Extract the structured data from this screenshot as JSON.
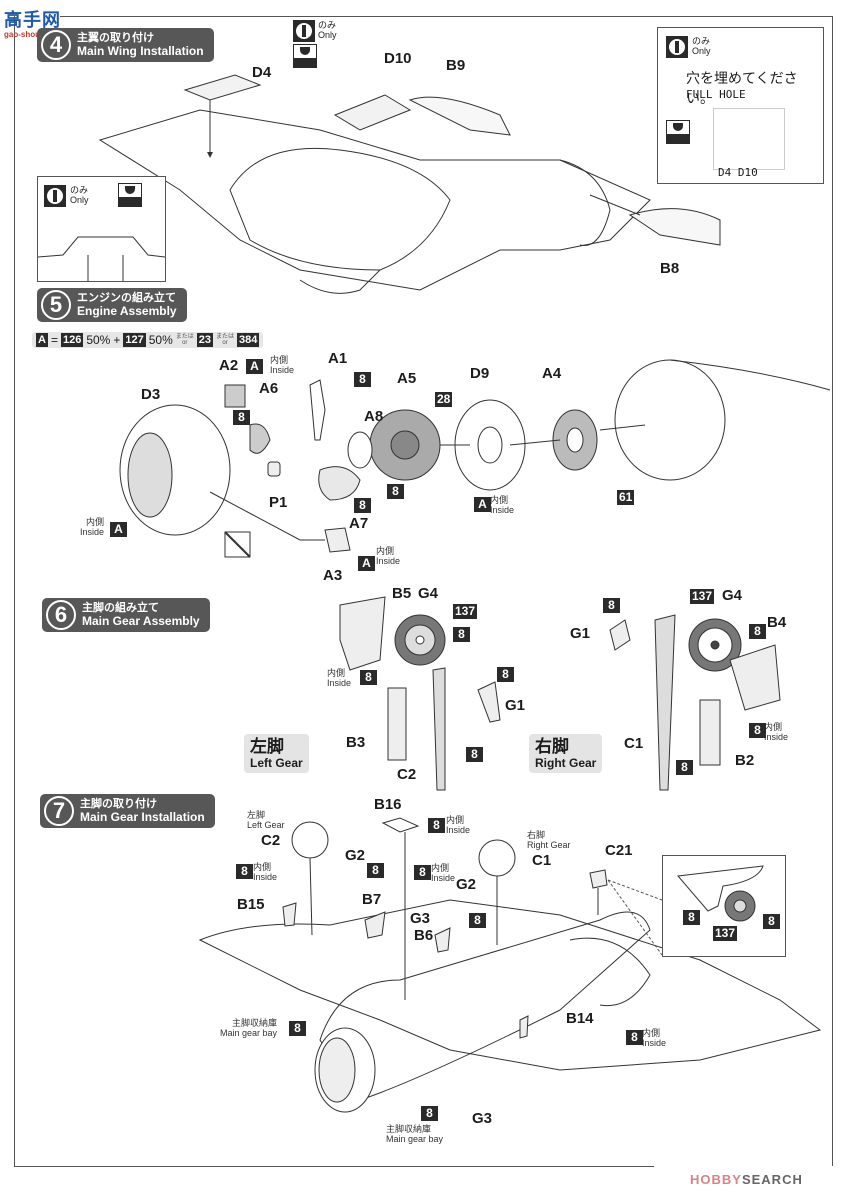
{
  "watermark_top": {
    "logo_text": "高手网",
    "site": "gao-shou.com"
  },
  "steps": [
    {
      "number": "4",
      "jp": "主翼の取り付け",
      "en": "Main Wing Installation"
    },
    {
      "number": "5",
      "jp": "エンジンの組み立て",
      "en": "Engine Assembly"
    },
    {
      "number": "6",
      "jp": "主脚の組み立て",
      "en": "Main Gear Assembly"
    },
    {
      "number": "7",
      "jp": "主脚の取り付け",
      "en": "Main Gear Installation"
    }
  ],
  "step4": {
    "only_jp": "のみ",
    "only_en": "Only",
    "parts": [
      "D4",
      "D10",
      "B9",
      "B8"
    ],
    "callout": {
      "only_jp": "のみ",
      "only_en": "Only",
      "instruction_jp": "穴を埋めてください。",
      "instruction_en": "FULL HOLE",
      "parts_caption": "D4 D10"
    },
    "inset": {
      "only_jp": "のみ",
      "only_en": "Only"
    }
  },
  "step5": {
    "color_formula": {
      "base": "A",
      "equals": "=",
      "color1": "126",
      "pct1": "50%",
      "plus": "+",
      "color2": "127",
      "pct2": "50%",
      "or_jp": "または",
      "or_en": "or",
      "alt1": "23",
      "alt2": "384"
    },
    "parts": [
      "A2",
      "A6",
      "A1",
      "A8",
      "A5",
      "D9",
      "A4",
      "D3",
      "P1",
      "A7",
      "A3"
    ],
    "paint_codes": {
      "a1": "8",
      "a6": "8",
      "a8": "8",
      "a7": "8",
      "a5": "28",
      "a4": "61"
    },
    "inside_jp": "内側",
    "inside_en": "Inside",
    "color_a": "A"
  },
  "step6": {
    "left_gear": {
      "jp": "左脚",
      "en": "Left Gear",
      "parts": [
        "B5",
        "G4",
        "G1",
        "B3",
        "C2"
      ],
      "codes": [
        "137",
        "8",
        "8",
        "8",
        "8"
      ]
    },
    "right_gear": {
      "jp": "右脚",
      "en": "Right Gear",
      "parts": [
        "G4",
        "B4",
        "G1",
        "C1",
        "B2"
      ],
      "codes": [
        "137",
        "8",
        "8",
        "8",
        "8"
      ]
    },
    "inside_jp": "内側",
    "inside_en": "Inside"
  },
  "step7": {
    "left_gear_jp": "左脚",
    "left_gear_en": "Left Gear",
    "right_gear_jp": "右脚",
    "right_gear_en": "Right Gear",
    "parts": [
      "C2",
      "G2",
      "B15",
      "B16",
      "B7",
      "G3",
      "B6",
      "C1",
      "G2",
      "C21",
      "B14",
      "G3"
    ],
    "inside_jp": "内側",
    "inside_en": "Inside",
    "bay_jp": "主脚収納庫",
    "bay_en": "Main gear bay",
    "code_8": "8",
    "code_137": "137"
  },
  "watermark_bottom": {
    "text_red": "HOBBY",
    "text_gray": "SEARCH"
  }
}
